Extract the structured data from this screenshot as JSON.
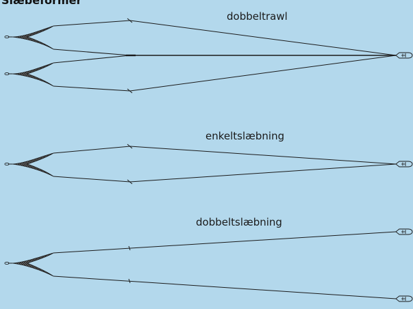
{
  "heading": "Slæbeformer",
  "diagrams": [
    {
      "label": "dobbeltrawl"
    },
    {
      "label": "enkeltslæbning"
    },
    {
      "label": "dobbeltslæbning"
    }
  ],
  "colors": {
    "background": "#b3d8ec",
    "line": "#1a1a1a",
    "net_fill": "#3a3a3a"
  }
}
